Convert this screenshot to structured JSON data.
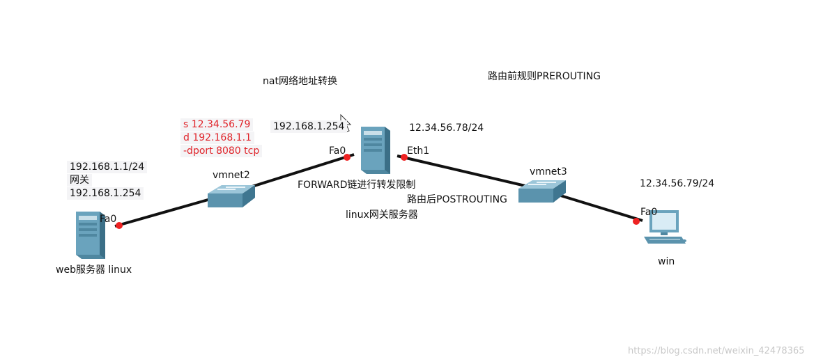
{
  "labels": {
    "nat_title": "nat网络地址转换",
    "prerouting_title": "路由前规则PREROUTING",
    "rule_s": "s 12.34.56.79",
    "rule_d": "d 192.168.1.1",
    "rule_dport": "-dport 8080 tcp",
    "web_ip": "192.168.1.1/24",
    "web_gateway_label": "网关",
    "web_gateway_ip": "192.168.1.254",
    "web_port": "Fa0",
    "web_name": "web服务器 linux",
    "vmnet2": "vmnet2",
    "linux_left_ip": "192.168.1.254",
    "linux_left_port": "Fa0",
    "linux_right_ip": "12.34.56.78/24",
    "linux_right_port": "Eth1",
    "forward_note": "FORWARD链进行转发限制",
    "postrouting_note": "路由后POSTROUTING",
    "linux_name": "linux网关服务器",
    "vmnet3": "vmnet3",
    "win_ip": "12.34.56.79/24",
    "win_port": "Fa0",
    "win_name": "win",
    "watermark": "https://blog.csdn.net/weixin_42478365"
  },
  "colors": {
    "link": "#111111",
    "port_dot": "#ee2222",
    "rule_text": "#e0252b",
    "device_blue": "#5b93ad"
  },
  "icons": {
    "web_server": "server-icon",
    "linux_server": "server-icon",
    "vmnet2": "switch-icon",
    "vmnet3": "switch-icon",
    "win": "pc-icon",
    "cursor": "mouse-cursor-icon"
  }
}
